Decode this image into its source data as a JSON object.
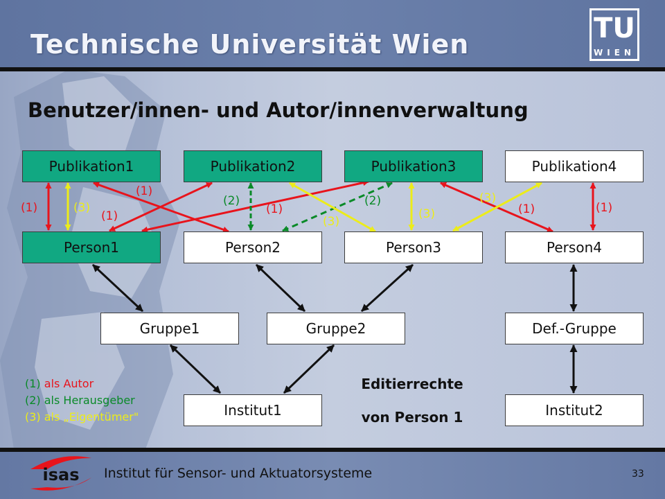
{
  "header": {
    "university": "Technische Universität Wien",
    "logo_top": "TU",
    "logo_bottom": "WIEN"
  },
  "slide": {
    "title": "Benutzer/innen- und Autor/innenverwaltung"
  },
  "nodes": {
    "pub1": "Publikation1",
    "pub2": "Publikation2",
    "pub3": "Publikation3",
    "pub4": "Publikation4",
    "person1": "Person1",
    "person2": "Person2",
    "person3": "Person3",
    "person4": "Person4",
    "gruppe1": "Gruppe1",
    "gruppe2": "Gruppe2",
    "defgruppe": "Def.-Gruppe",
    "institut1": "Institut1",
    "institut2": "Institut2"
  },
  "edge_labels": {
    "one": "(1)",
    "two": "(2)",
    "three": "(3)"
  },
  "legend": {
    "l1_num": "(1)",
    "l1_text": "als Autor",
    "l2": "(2) als Herausgeber",
    "l3": "(3) als „Eigentümer\""
  },
  "note": {
    "line1": "Editierrechte",
    "line2": "von Person 1"
  },
  "footer": {
    "institute": "Institut für Sensor- und Aktuatorsysteme",
    "page": "33",
    "logo_text": "isas"
  },
  "colors": {
    "autor": "#e8141c",
    "herausgeber": "#0a8a28",
    "eigentuemer": "#ecec1a",
    "green_node": "#11a882",
    "hierarchy": "#111111"
  }
}
